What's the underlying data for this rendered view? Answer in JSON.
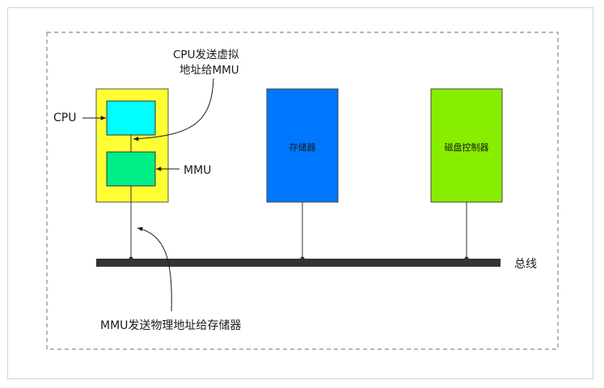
{
  "labels": {
    "cpu": "CPU",
    "mmu": "MMU",
    "memory": "存储器",
    "disk_controller": "磁盘控制器",
    "bus": "总线",
    "cpu_note_line1": "CPU发送虚拟",
    "cpu_note_line2": "地址给MMU",
    "mmu_note": "MMU发送物理地址给存储器"
  },
  "colors": {
    "cpu_package": "#ffff33",
    "cpu_core": "#00ffff",
    "mmu": "#00ee88",
    "memory": "#0077ff",
    "disk_controller": "#88ee00",
    "bus": "#333333",
    "dashed_border": "#8a8a8a"
  }
}
